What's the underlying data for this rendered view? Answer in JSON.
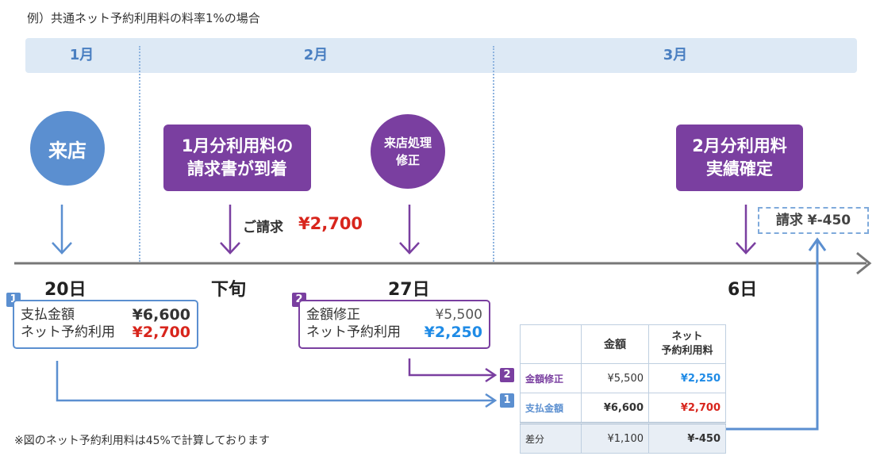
{
  "title": "例）共通ネット予約利用料の料率1%の場合",
  "months": [
    "1月",
    "2月",
    "3月"
  ],
  "events": {
    "visit": "来店",
    "invoice_line1": "1月分利用料の",
    "invoice_line2": "請求書が到着",
    "correction_line1": "来店処理",
    "correction_line2": "修正",
    "confirm_line1": "2月分利用料",
    "confirm_line2": "実績確定"
  },
  "request_label": "ご請求",
  "request_amount": "¥2,700",
  "final_request": "請求 ¥-450",
  "dates": [
    "20日",
    "下旬",
    "27日",
    "6日"
  ],
  "card1": {
    "badge": "1",
    "row1_label": "支払金額",
    "row1_value": "¥6,600",
    "row2_label": "ネット予約利用",
    "row2_value": "¥2,700"
  },
  "card2": {
    "badge": "2",
    "row1_label": "金額修正",
    "row1_value": "¥5,500",
    "row2_label": "ネット予約利用",
    "row2_value": "¥2,250"
  },
  "table": {
    "header_amount": "金額",
    "header_fee_line1": "ネット",
    "header_fee_line2": "予約利用料",
    "rows": [
      {
        "badge": "2",
        "label": "金額修正",
        "amount": "¥5,500",
        "fee": "¥2,250"
      },
      {
        "badge": "1",
        "label": "支払金額",
        "amount": "¥6,600",
        "fee": "¥2,700"
      },
      {
        "badge": "",
        "label": "差分",
        "amount": "¥1,100",
        "fee": "¥-450"
      }
    ]
  },
  "footnote": "※図のネット予約利用料は45%で計算しております",
  "colors": {
    "blue": "#5b8fd0",
    "purple": "#7a3fa0",
    "red": "#d8251c",
    "light_blue": "#1f8be6",
    "band": "#dde9f5"
  }
}
